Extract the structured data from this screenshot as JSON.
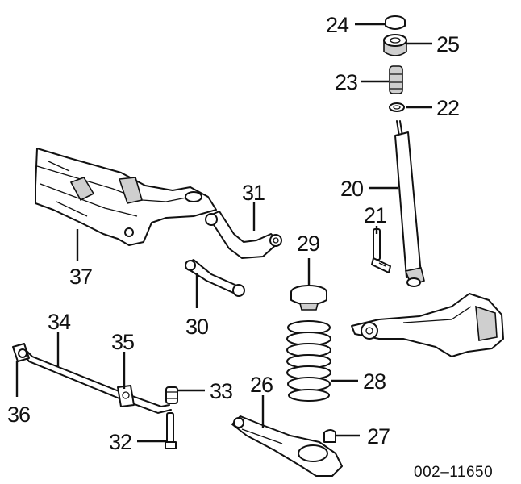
{
  "diagram": {
    "document_number": "002–11650",
    "callouts": [
      "20",
      "21",
      "22",
      "23",
      "24",
      "25",
      "26",
      "27",
      "28",
      "29",
      "30",
      "31",
      "32",
      "33",
      "34",
      "35",
      "36",
      "37"
    ]
  }
}
